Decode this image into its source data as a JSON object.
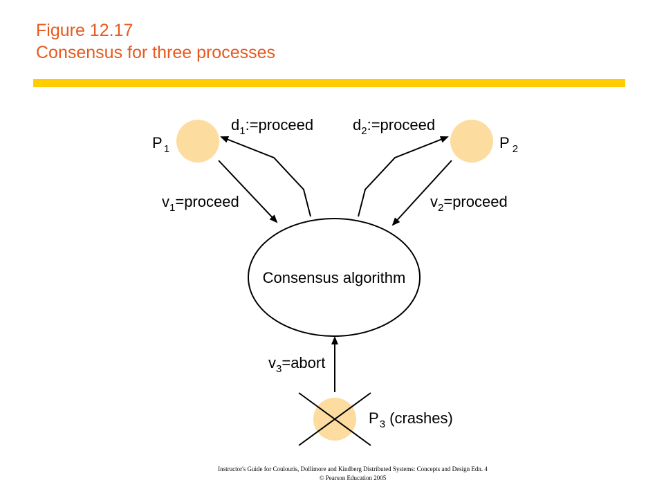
{
  "header": {
    "title_line1": "Figure 12.17",
    "title_line2": "Consensus for three processes"
  },
  "colors": {
    "title": "#e8581c",
    "rule": "#ffcc00",
    "process_fill": "#fddca0"
  },
  "diagram": {
    "algorithm_label": "Consensus algorithm",
    "p1": {
      "letter": "P",
      "sub": "1"
    },
    "p2": {
      "letter": "P",
      "sub": "2"
    },
    "p3": {
      "letter": "P",
      "sub": "3",
      "suffix": " (crashes)"
    },
    "v1": {
      "letter": "v",
      "sub": "1",
      "rest": "=proceed"
    },
    "v2": {
      "letter": "v",
      "sub": "2",
      "rest": "=proceed"
    },
    "v3": {
      "letter": "v",
      "sub": "3",
      "rest": "=abort"
    },
    "d1": {
      "letter": "d",
      "sub": "1",
      "rest": ":=proceed"
    },
    "d2": {
      "letter": "d",
      "sub": "2",
      "rest": ":=proceed"
    }
  },
  "footer": {
    "line1": "Instructor's Guide for  Coulouris, Dollimore and Kindberg  Distributed Systems: Concepts and Design  Edn. 4",
    "line2": "© Pearson Education 2005"
  }
}
